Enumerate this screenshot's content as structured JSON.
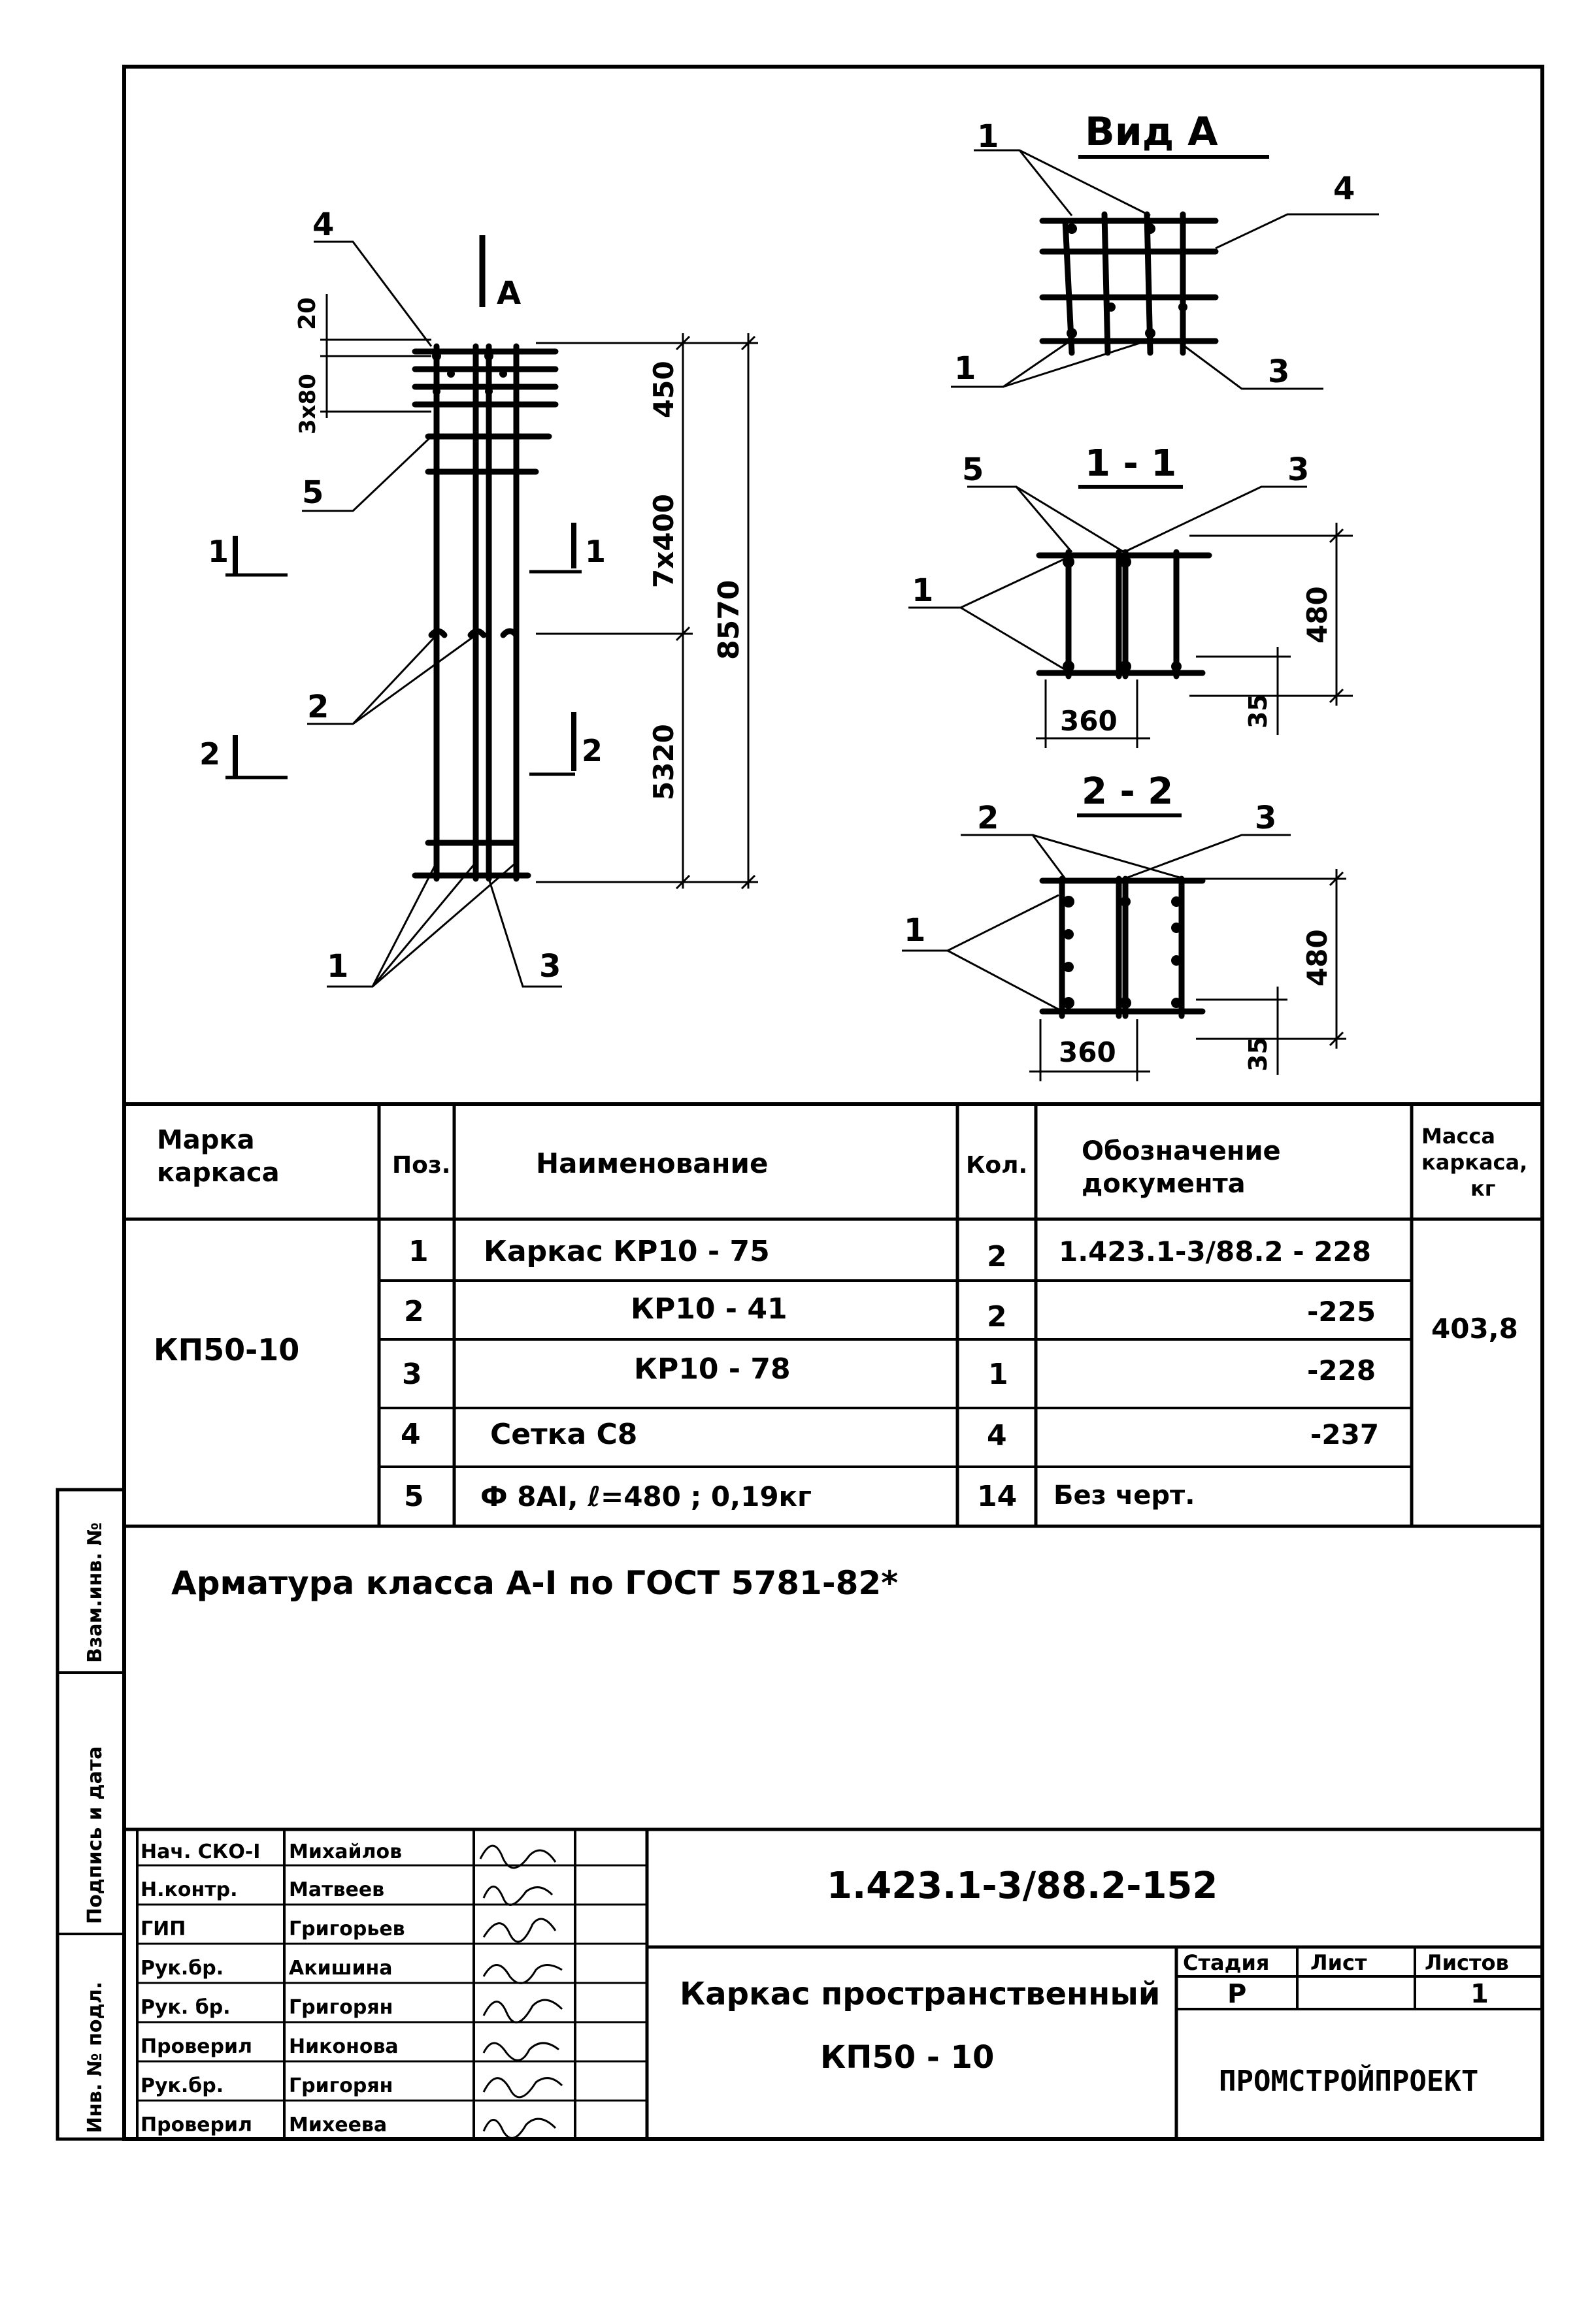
{
  "elevation": {
    "view_mark": "А",
    "dims_left": {
      "top": "20",
      "spacing": "3x80"
    },
    "dims_right": {
      "top": "450",
      "middle": "7x400",
      "bottom": "5320",
      "total": "8570"
    },
    "labels": {
      "p4": "4",
      "p5": "5",
      "p2": "2",
      "p1": "1",
      "p3": "3"
    },
    "sections": {
      "s1": "1",
      "s2": "2"
    }
  },
  "view_a": {
    "title": "Вид А",
    "labels": {
      "p1_top": "1",
      "p4": "4",
      "p1_bottom": "1",
      "p3": "3"
    }
  },
  "section_1": {
    "title": "1 - 1",
    "labels": {
      "p5": "5",
      "p3": "3",
      "p1": "1"
    },
    "dims": {
      "height": "480",
      "width": "360",
      "offset": "35"
    }
  },
  "section_2": {
    "title": "2 - 2",
    "labels": {
      "p2": "2",
      "p3": "3",
      "p1": "1"
    },
    "dims": {
      "height": "480",
      "width": "360",
      "offset": "35"
    }
  },
  "spec_table": {
    "headers": {
      "mark": "Марка каркаса",
      "pos": "Поз.",
      "name": "Наименование",
      "qty": "Кол.",
      "doc": "Обозначение документа",
      "mass": "Масса каркаса, кг"
    },
    "mark": "КП50-10",
    "mass": "403,8",
    "rows": [
      {
        "pos": "1",
        "name": "Каркас КР10 - 75",
        "qty": "2",
        "doc": "1.423.1-3/88.2 - 228"
      },
      {
        "pos": "2",
        "name": "КР10 - 41",
        "qty": "2",
        "doc": "-225"
      },
      {
        "pos": "3",
        "name": "КР10 - 78",
        "qty": "1",
        "doc": "-228"
      },
      {
        "pos": "4",
        "name": "Сетка С8",
        "qty": "4",
        "doc": "-237"
      },
      {
        "pos": "5",
        "name": "Ф 8АI, ℓ=480 ; 0,19кг",
        "qty": "14",
        "doc": "Без черт."
      }
    ]
  },
  "note": "Арматура класса А-I по ГОСТ 5781-82*",
  "side_strip": {
    "vzam": "Взам.инв. №",
    "podpis": "Подпись и дата",
    "inv": "Инв. № подл."
  },
  "title_block": {
    "staff": [
      {
        "role": "Нач. СКО-I",
        "name": "Михайлов"
      },
      {
        "role": "Н.контр.",
        "name": "Матвеев"
      },
      {
        "role": "ГИП",
        "name": "Григорьев"
      },
      {
        "role": "Рук.бр.",
        "name": "Акишина"
      },
      {
        "role": "Рук. бр.",
        "name": "Григорян"
      },
      {
        "role": "Проверил",
        "name": "Никонова"
      },
      {
        "role": "Рук.бр.",
        "name": "Григорян"
      },
      {
        "role": "Проверил",
        "name": "Михеева"
      }
    ],
    "doc_code": "1.423.1-3/88.2-152",
    "title_line1": "Каркас пространственный",
    "title_line2": "КП50 - 10",
    "stage_label": "Стадия",
    "sheet_label": "Лист",
    "sheets_label": "Листов",
    "stage": "Р",
    "sheet": "",
    "sheets": "1",
    "org": "ПРОМСТРОЙПРОЕКТ"
  }
}
